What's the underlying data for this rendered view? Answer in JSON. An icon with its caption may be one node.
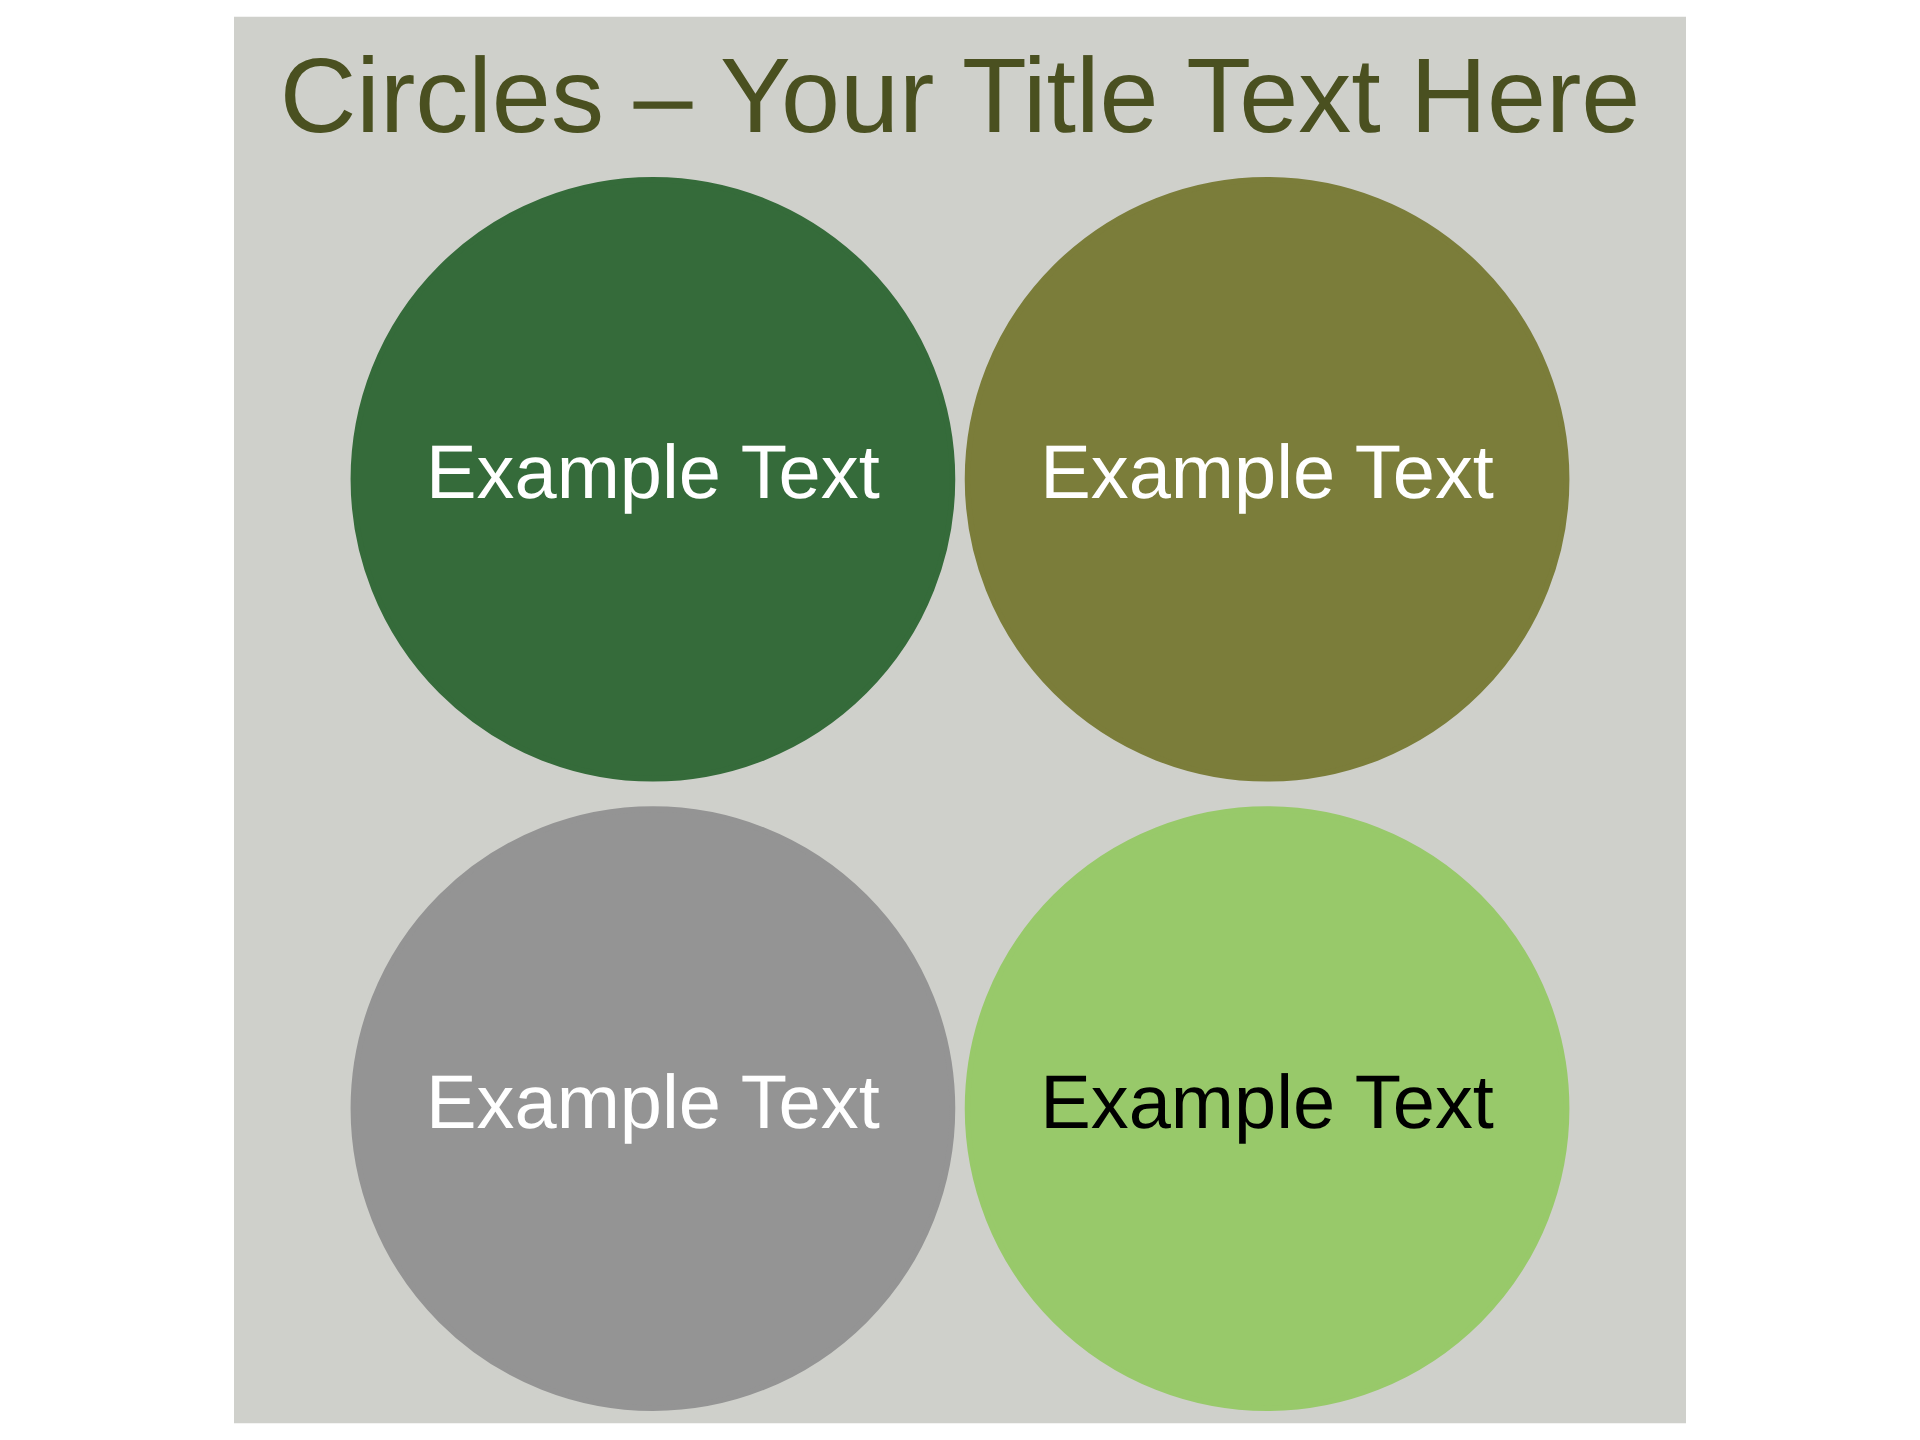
{
  "diagram": {
    "title": "Circles – Your Title Text Here",
    "nodes": [
      {
        "text": [
          "Example Text"
        ]
      },
      {
        "text": [
          "Example Text"
        ]
      },
      {
        "text": [
          "Example Text"
        ]
      },
      {
        "text": [
          "Example Text"
        ]
      }
    ]
  }
}
